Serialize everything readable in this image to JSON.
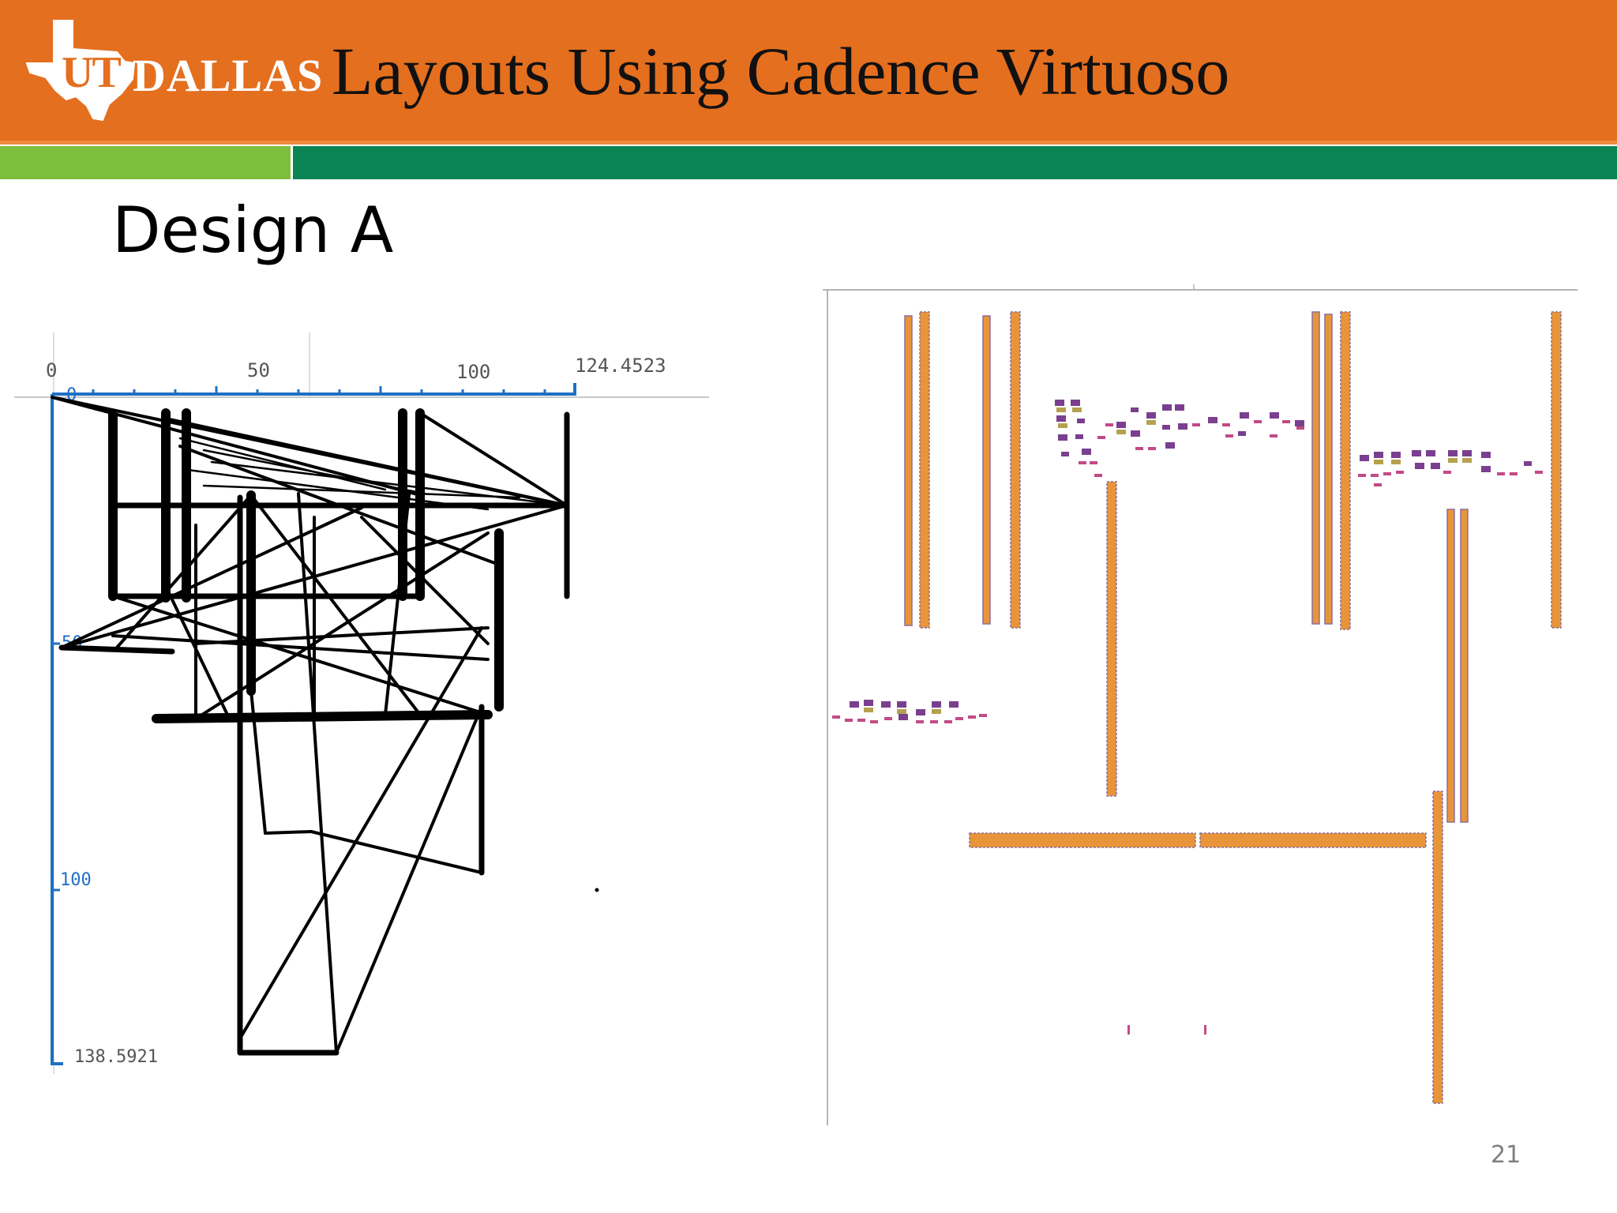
{
  "header": {
    "logo_text_ut": "UT",
    "logo_text_dallas": "DALLAS",
    "title": "Layouts Using Cadence Virtuoso"
  },
  "slide": {
    "subtitle": "Design A",
    "page_number": "21"
  },
  "left_plot": {
    "x_ticks": [
      "0",
      "50",
      "100",
      "124.4523"
    ],
    "y_ticks": [
      "0",
      "50",
      "100",
      "138.5921"
    ],
    "x_max": 124.4523,
    "y_max": 138.5921
  },
  "colors": {
    "header_orange": "#E46F1F",
    "band_green_light": "#7DBE3C",
    "band_green_dark": "#0A8455",
    "axis_blue": "#1F6FC5",
    "trace_orange": "#E8953A",
    "via_purple": "#7A3F8F"
  },
  "icons": {
    "logo": "texas-star-logo-icon"
  }
}
